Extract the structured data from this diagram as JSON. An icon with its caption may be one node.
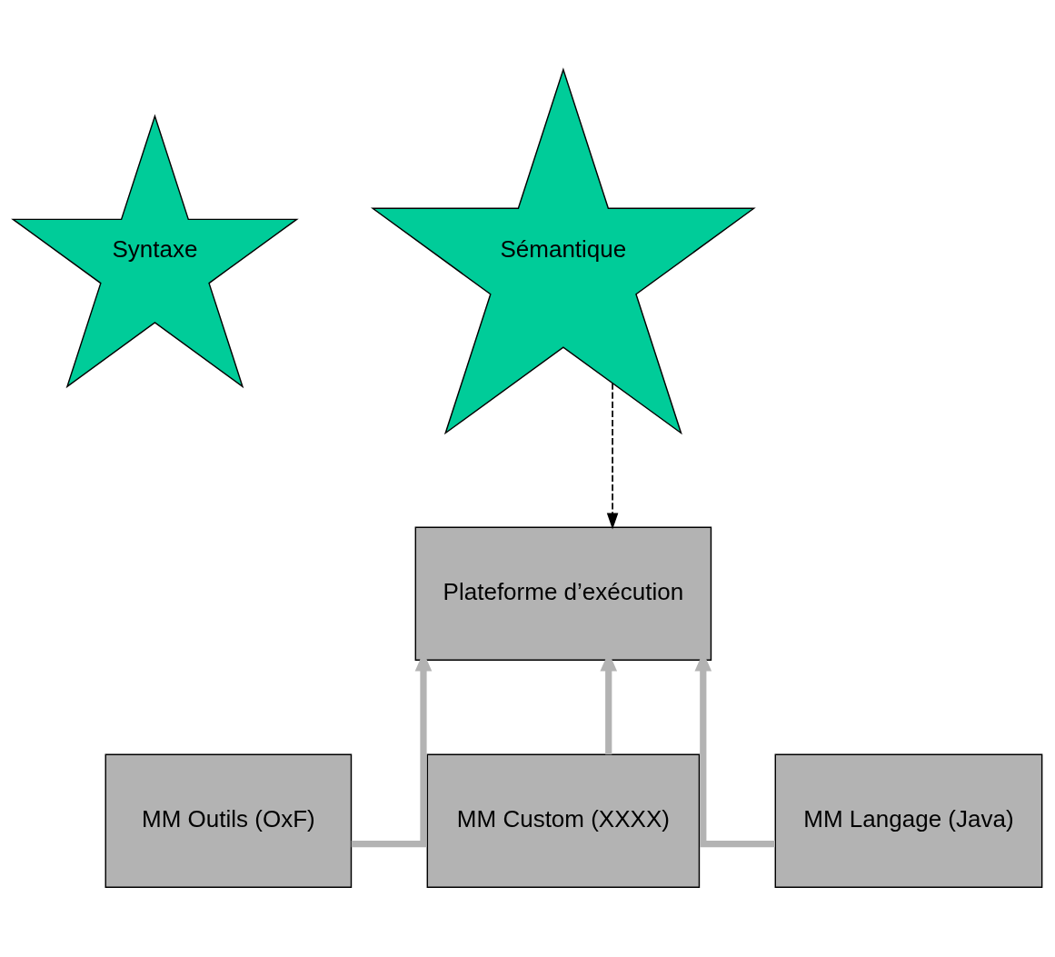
{
  "diagram": {
    "nodes": [
      {
        "text": [
          "Syntaxe"
        ]
      },
      {
        "text": [
          "Sémantique"
        ]
      },
      {
        "text": [
          "Plateforme d’exécution"
        ]
      },
      {
        "text": [
          "MM Outils (OxF)"
        ]
      },
      {
        "text": [
          "MM Custom (XXXX)"
        ]
      },
      {
        "text": [
          "MM Langage (Java)"
        ]
      }
    ],
    "edges": [
      {
        "from": 1,
        "to": 2,
        "arrow": "to",
        "style": "dashed",
        "color": "#000000"
      },
      {
        "from": 3,
        "to": 2,
        "arrow": "to"
      },
      {
        "from": 4,
        "to": 2,
        "arrow": "to"
      },
      {
        "from": 5,
        "to": 2,
        "arrow": "to"
      }
    ]
  }
}
